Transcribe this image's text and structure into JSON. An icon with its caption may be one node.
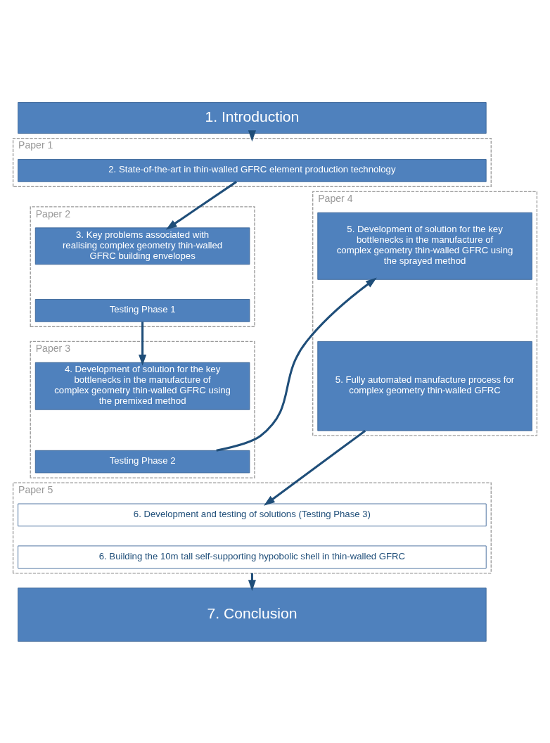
{
  "diagram": {
    "nodes": [
      {
        "text": [
          "1. Introduction"
        ]
      },
      {
        "text": [
          "Paper 1"
        ]
      },
      {
        "text": [
          "2. State-of-the-art in thin-walled GFRC element production technology"
        ],
        "in": 1
      },
      {
        "text": [
          "Paper 2"
        ]
      },
      {
        "text": [
          "3. Key problems associated with realising complex geometry thin-walled GFRC building envelopes"
        ],
        "in": 3
      },
      {
        "text": [
          "Testing Phase 1"
        ],
        "in": 3
      },
      {
        "text": [
          "Paper 3"
        ]
      },
      {
        "text": [
          "4. Development of solution for the key bottlenecks in the manufacture of complex geometry thin-walled GFRC using the premixed method"
        ],
        "in": 6
      },
      {
        "text": [
          "Testing Phase 2"
        ],
        "in": 6
      },
      {
        "text": [
          "Paper 4"
        ]
      },
      {
        "text": [
          "5. Development of solution for the key bottlenecks in the manufacture of complex geometry thin-walled GFRC using the sprayed method"
        ],
        "in": 9
      },
      {
        "text": [
          "5. Fully automated manufacture process for complex geometry thin-walled GFRC"
        ],
        "in": 9
      },
      {
        "text": [
          "Paper 5"
        ]
      },
      {
        "text": [
          "6. Development and testing of solutions (Testing Phase 3)"
        ],
        "in": 12
      },
      {
        "text": [
          "6. Building the 10m tall self-supporting hypobolic shell in thin-walled GFRC"
        ],
        "in": 12
      },
      {
        "text": [
          "7. Conclusion"
        ]
      }
    ],
    "edges": [
      {
        "from": 0,
        "to": 1,
        "arrow": "to"
      },
      {
        "from": 2,
        "to": 4,
        "arrow": "to"
      },
      {
        "from": 5,
        "to": 7,
        "arrow": "to"
      },
      {
        "from": 8,
        "to": 10,
        "arrow": "to"
      },
      {
        "from": 11,
        "to": 13,
        "arrow": "to"
      },
      {
        "from": 12,
        "to": 15,
        "arrow": "to"
      }
    ]
  }
}
